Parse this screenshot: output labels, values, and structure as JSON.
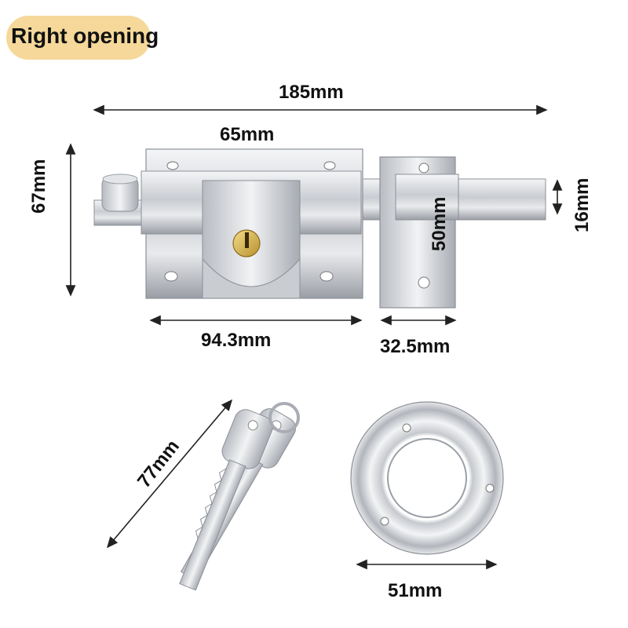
{
  "badge": {
    "label": "Right opening",
    "color": "#f5d89a"
  },
  "dimensions": {
    "overall_length": "185mm",
    "hole_spacing": "65mm",
    "height": "67mm",
    "bolt_height": "16mm",
    "keeper_height": "50mm",
    "body_width": "94.3mm",
    "keeper_width": "32.5mm",
    "key_length": "77mm",
    "ring_diameter": "51mm"
  },
  "icons": [
    "lock-body",
    "key-cylinder",
    "bolt",
    "keeper-plate",
    "keys",
    "key-ring",
    "escutcheon-ring"
  ]
}
